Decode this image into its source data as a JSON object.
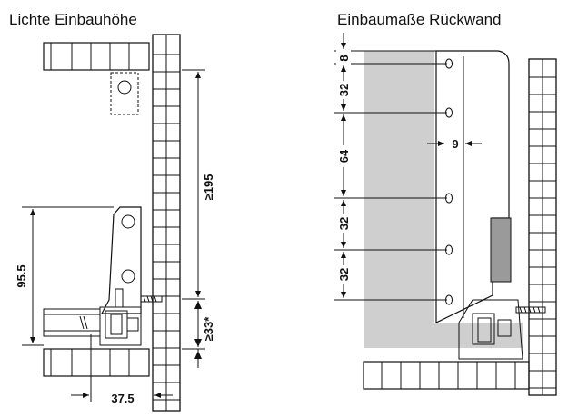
{
  "titles": {
    "left": "Lichte Einbauhöhe",
    "right": "Einbaumaße Rückwand"
  },
  "left_dimensions": {
    "height_clear": "≥195",
    "height_low": "95.5",
    "height_min": "≥33*",
    "width": "37.5"
  },
  "right_dimensions": {
    "top": "8",
    "d1": "32",
    "d2": "64",
    "d3": "32",
    "d4": "32",
    "offset": "9"
  },
  "colors": {
    "line": "#111111",
    "panel_gray": "#cfcfcf",
    "dark_gray": "#9a9a9a",
    "background": "#ffffff"
  }
}
